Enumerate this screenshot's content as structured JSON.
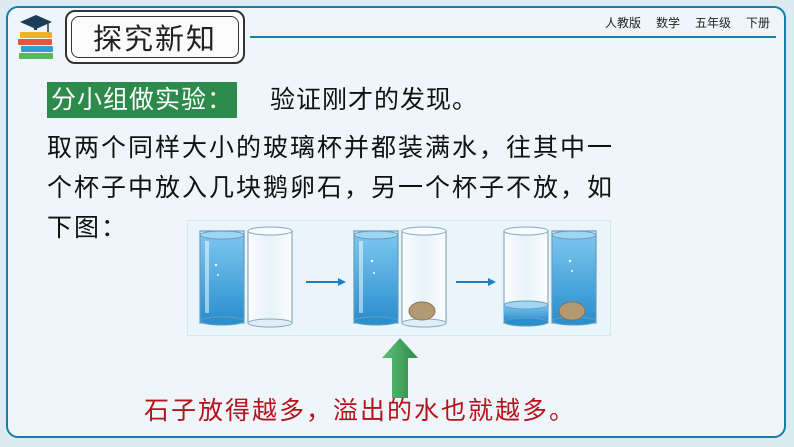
{
  "header": {
    "title": "探究新知",
    "meta": [
      "人教版",
      "数学",
      "五年级",
      "下册"
    ]
  },
  "task": {
    "tag": "分小组做实验：",
    "text": "验证刚才的发现。"
  },
  "paragraph": {
    "line1": "取两个同样大小的玻璃杯并都装满水，往其中一",
    "line2": "个杯子中放入几块鹅卵石，另一个杯子不放，如",
    "line3": "下图："
  },
  "conclusion": "石子放得越多，溢出的水也就越多。",
  "colors": {
    "accent": "#157fa6",
    "tag_green": "#2c8a4b",
    "conclusion_red": "#b5121b",
    "water_blue": "#3aa3dc",
    "stone": "#b49a73",
    "up_arrow_green": "#3d9d5a"
  },
  "icons": {
    "logo": "books-with-graduation-cap-icon",
    "step_arrow": "arrow-right-icon",
    "up_arrow": "arrow-up-icon"
  }
}
